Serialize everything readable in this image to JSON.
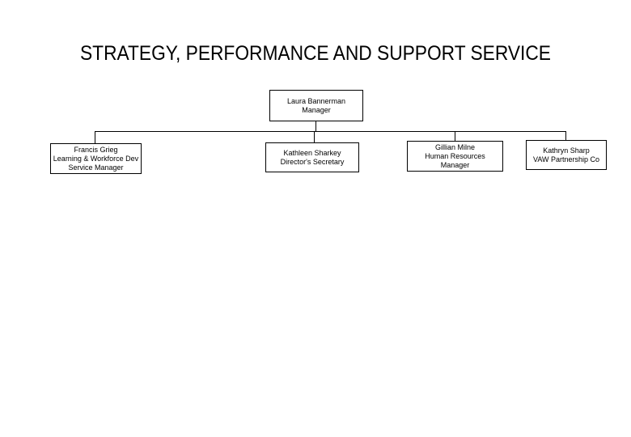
{
  "title": "STRATEGY, PERFORMANCE AND SUPPORT SERVICE",
  "org_chart": {
    "root": {
      "lines": [
        "Laura Bannerman",
        "Manager"
      ]
    },
    "children": [
      {
        "lines": [
          "Francis Grieg",
          "Learning & Workforce Dev",
          "Service Manager"
        ]
      },
      {
        "lines": [
          "Kathleen Sharkey",
          "Director's Secretary"
        ]
      },
      {
        "lines": [
          "Gillian Milne",
          "Human Resources",
          "Manager"
        ]
      },
      {
        "lines": [
          "Kathryn Sharp",
          "VAW Partnership Co"
        ]
      }
    ]
  },
  "colors": {
    "background": "#ffffff",
    "text": "#000000",
    "box_border": "#000000",
    "connector": "#000000"
  }
}
